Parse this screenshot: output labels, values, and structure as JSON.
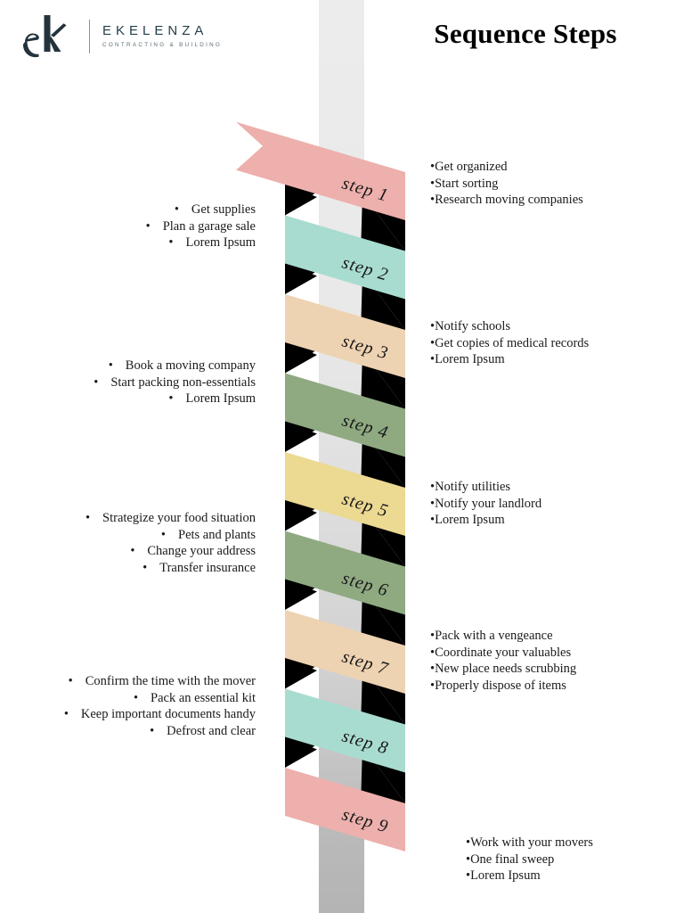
{
  "header": {
    "logo": {
      "mark_icon": "ek-monogram-icon",
      "brand_name": "EKELENZA",
      "tagline": "CONTRACTING & BUILDING",
      "brand_color": "#25404b"
    },
    "title": "Sequence Steps"
  },
  "colors": {
    "column": "#e4e4e4",
    "fold_shadow": "#000000",
    "pink": "#edb0ac",
    "mint": "#a9dcd0",
    "peach": "#eed3b2",
    "sage": "#8faa81",
    "khaki": "#ecd992"
  },
  "steps": [
    {
      "label": "step 1",
      "color": "#edb0ac",
      "color_name": "pink",
      "side": "right",
      "items": [
        "Get organized",
        "Start sorting",
        "Research moving companies"
      ]
    },
    {
      "label": "step 2",
      "color": "#a9dcd0",
      "color_name": "mint",
      "side": "left",
      "items": [
        "Get supplies",
        "Plan a garage sale",
        "Lorem Ipsum"
      ]
    },
    {
      "label": "step 3",
      "color": "#eed3b2",
      "color_name": "peach",
      "side": "right",
      "items": [
        "Notify schools",
        "Get copies of medical records",
        "Lorem Ipsum"
      ]
    },
    {
      "label": "step 4",
      "color": "#8faa81",
      "color_name": "sage",
      "side": "left",
      "items": [
        "Book a moving company",
        "Start packing non-essentials",
        "Lorem Ipsum"
      ]
    },
    {
      "label": "step 5",
      "color": "#ecd992",
      "color_name": "khaki",
      "side": "right",
      "items": [
        "Notify utilities",
        "Notify your landlord",
        "Lorem Ipsum"
      ]
    },
    {
      "label": "step 6",
      "color": "#8faa81",
      "color_name": "sage",
      "side": "left",
      "items": [
        "Strategize your food situation",
        "Pets and plants",
        "Change your address",
        "Transfer insurance"
      ]
    },
    {
      "label": "step 7",
      "color": "#eed3b2",
      "color_name": "peach",
      "side": "right",
      "items": [
        "Pack with a vengeance",
        "Coordinate your valuables",
        "New place needs scrubbing",
        "Properly dispose of items"
      ]
    },
    {
      "label": "step 8",
      "color": "#a9dcd0",
      "color_name": "mint",
      "side": "left",
      "items": [
        "Confirm the time with the mover",
        "Pack an essential kit",
        "Keep important documents handy",
        "Defrost and clear"
      ]
    },
    {
      "label": "step 9",
      "color": "#edb0ac",
      "color_name": "pink",
      "side": "right",
      "items": [
        "Work with your movers",
        "One final sweep",
        "Lorem Ipsum"
      ]
    }
  ],
  "bullet_glyph": "•"
}
